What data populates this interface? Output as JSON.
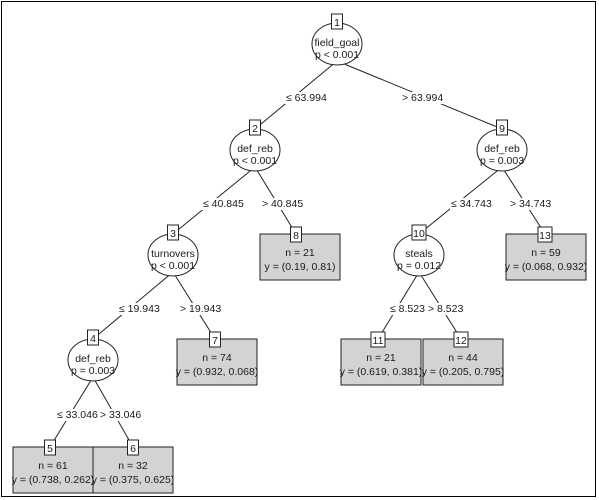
{
  "tree": {
    "inner_nodes": [
      {
        "id": "1",
        "variable": "field_goal",
        "p": "p < 0.001"
      },
      {
        "id": "2",
        "variable": "def_reb",
        "p": "p < 0.001"
      },
      {
        "id": "3",
        "variable": "turnovers",
        "p": "p < 0.001"
      },
      {
        "id": "4",
        "variable": "def_reb",
        "p": "p = 0.003"
      },
      {
        "id": "9",
        "variable": "def_reb",
        "p": "p = 0.003"
      },
      {
        "id": "10",
        "variable": "steals",
        "p": "p = 0.012"
      }
    ],
    "terminal_nodes": [
      {
        "id": "5",
        "n": "n = 61",
        "y": "y = (0.738, 0.262)"
      },
      {
        "id": "6",
        "n": "n = 32",
        "y": "y = (0.375, 0.625)"
      },
      {
        "id": "7",
        "n": "n = 74",
        "y": "y = (0.932, 0.068)"
      },
      {
        "id": "8",
        "n": "n = 21",
        "y": "y = (0.19, 0.81)"
      },
      {
        "id": "11",
        "n": "n = 21",
        "y": "y = (0.619, 0.381)"
      },
      {
        "id": "12",
        "n": "n = 44",
        "y": "y = (0.205, 0.795)"
      },
      {
        "id": "13",
        "n": "n = 59",
        "y": "y = (0.068, 0.932)"
      }
    ],
    "edges": [
      {
        "from": "1",
        "to": "2",
        "label": "≤ 63.994"
      },
      {
        "from": "1",
        "to": "9",
        "label": "> 63.994"
      },
      {
        "from": "2",
        "to": "3",
        "label": "≤ 40.845"
      },
      {
        "from": "2",
        "to": "8",
        "label": "> 40.845"
      },
      {
        "from": "3",
        "to": "4",
        "label": "≤ 19.943"
      },
      {
        "from": "3",
        "to": "7",
        "label": "> 19.943"
      },
      {
        "from": "4",
        "to": "5",
        "label": "≤ 33.046"
      },
      {
        "from": "4",
        "to": "6",
        "label": "> 33.046"
      },
      {
        "from": "9",
        "to": "10",
        "label": "≤ 34.743"
      },
      {
        "from": "9",
        "to": "13",
        "label": "> 34.743"
      },
      {
        "from": "10",
        "to": "11",
        "label": "≤ 8.523"
      },
      {
        "from": "10",
        "to": "12",
        "label": "> 8.523"
      }
    ]
  }
}
